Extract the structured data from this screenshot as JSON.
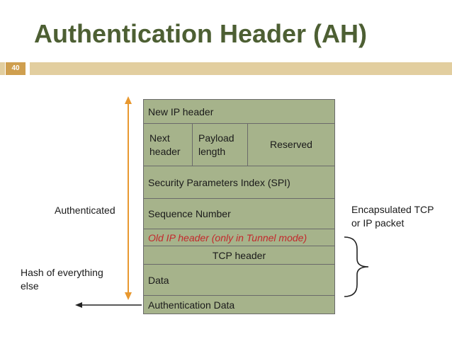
{
  "slide": {
    "title": "Authentication Header (AH)",
    "number": "40"
  },
  "packet": {
    "new_ip_header": "New IP header",
    "next_header": "Next header",
    "payload_length": "Payload length",
    "reserved": "Reserved",
    "spi": "Security Parameters Index (SPI)",
    "sequence_number": "Sequence Number",
    "old_ip_header": "Old IP header (only in Tunnel mode)",
    "tcp_header": "TCP header",
    "data": "Data",
    "authentication_data": "Authentication Data"
  },
  "labels": {
    "authenticated": "Authenticated",
    "hash": "Hash of everything else",
    "encapsulated": "Encapsulated TCP or IP packet"
  },
  "colors": {
    "title": "#4d5f33",
    "field_fill": "#a6b38b",
    "accent_bar": "#e2ce9f",
    "slide_number_bg": "#cf9f4f",
    "orange_arrow": "#e8982f",
    "old_ip_text": "#c4282c"
  }
}
